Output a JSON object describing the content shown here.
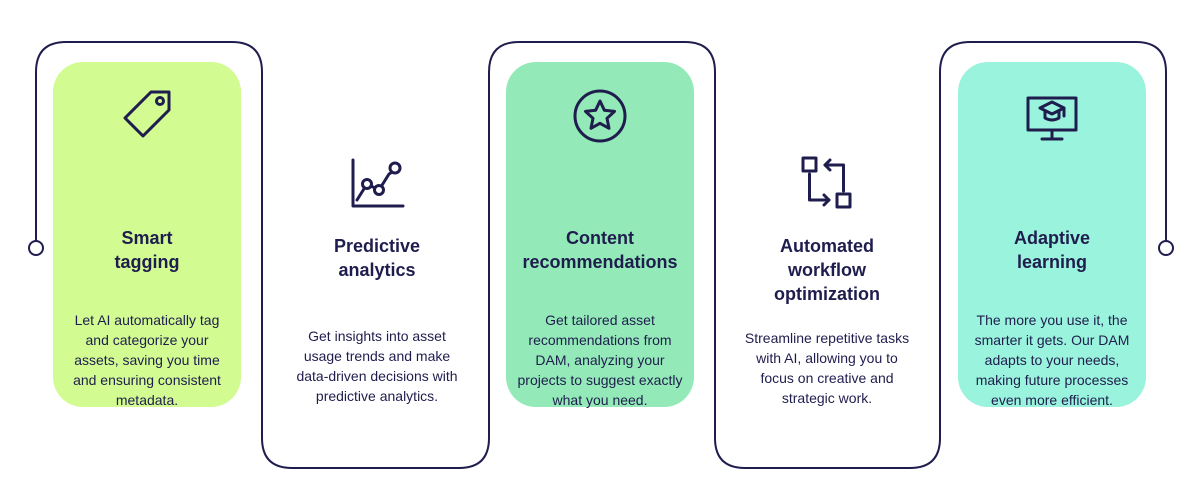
{
  "colors": {
    "line": "#1f1d4d",
    "card1": "#d2fb92",
    "card3": "#93eab8",
    "card5": "#9af3dc",
    "text": "#1f1d4d"
  },
  "steps": [
    {
      "icon": "price-tag-icon",
      "title": "Smart\ntagging",
      "description": "Let AI automatically tag and categorize your assets, saving you time and ensuring consistent metadata."
    },
    {
      "icon": "line-chart-icon",
      "title": "Predictive\nanalytics",
      "description": "Get insights into asset usage trends and make data-driven decisions with predictive analytics."
    },
    {
      "icon": "star-circle-icon",
      "title": "Content\nrecommendations",
      "description": "Get tailored asset recommendations from DAM, analyzing your projects to suggest exactly what you need."
    },
    {
      "icon": "workflow-arrows-icon",
      "title": "Automated\nworkflow\noptimization",
      "description": "Streamline repetitive tasks with AI, allowing you to focus on creative and strategic work."
    },
    {
      "icon": "monitor-graduation-cap-icon",
      "title": "Adaptive\nlearning",
      "description": "The more you use it, the smarter it gets. Our DAM adapts to your needs, making future processes even more efficient."
    }
  ]
}
